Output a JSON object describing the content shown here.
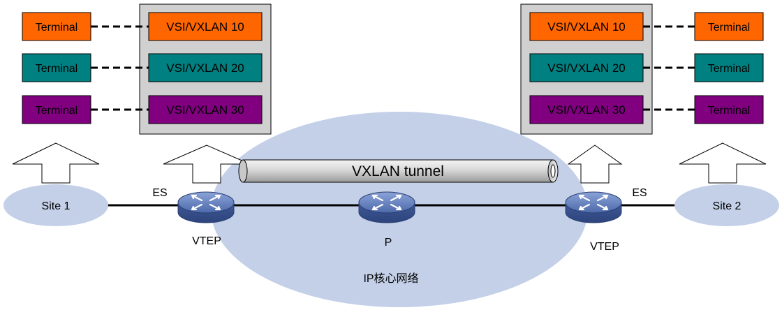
{
  "core_network": {
    "label": "IP核心网络"
  },
  "tunnel": {
    "label": "VXLAN tunnel"
  },
  "sites": {
    "left": "Site 1",
    "right": "Site 2"
  },
  "links": {
    "left_es": "ES",
    "right_es": "ES"
  },
  "devices": {
    "left_vtep": "VTEP",
    "core_p": "P",
    "right_vtep": "VTEP"
  },
  "terminal_label": "Terminal",
  "vsi": [
    "VSI/VXLAN 10",
    "VSI/VXLAN 20",
    "VSI/VXLAN 30"
  ],
  "colors": {
    "vxlan10": "#ff6600",
    "vxlan20": "#008080",
    "vxlan30": "#800080",
    "cloud": "#c4d0e8",
    "site": "#c4d0e8",
    "router": "#5a78b8",
    "vsi_panel": "#d0d0d0"
  }
}
